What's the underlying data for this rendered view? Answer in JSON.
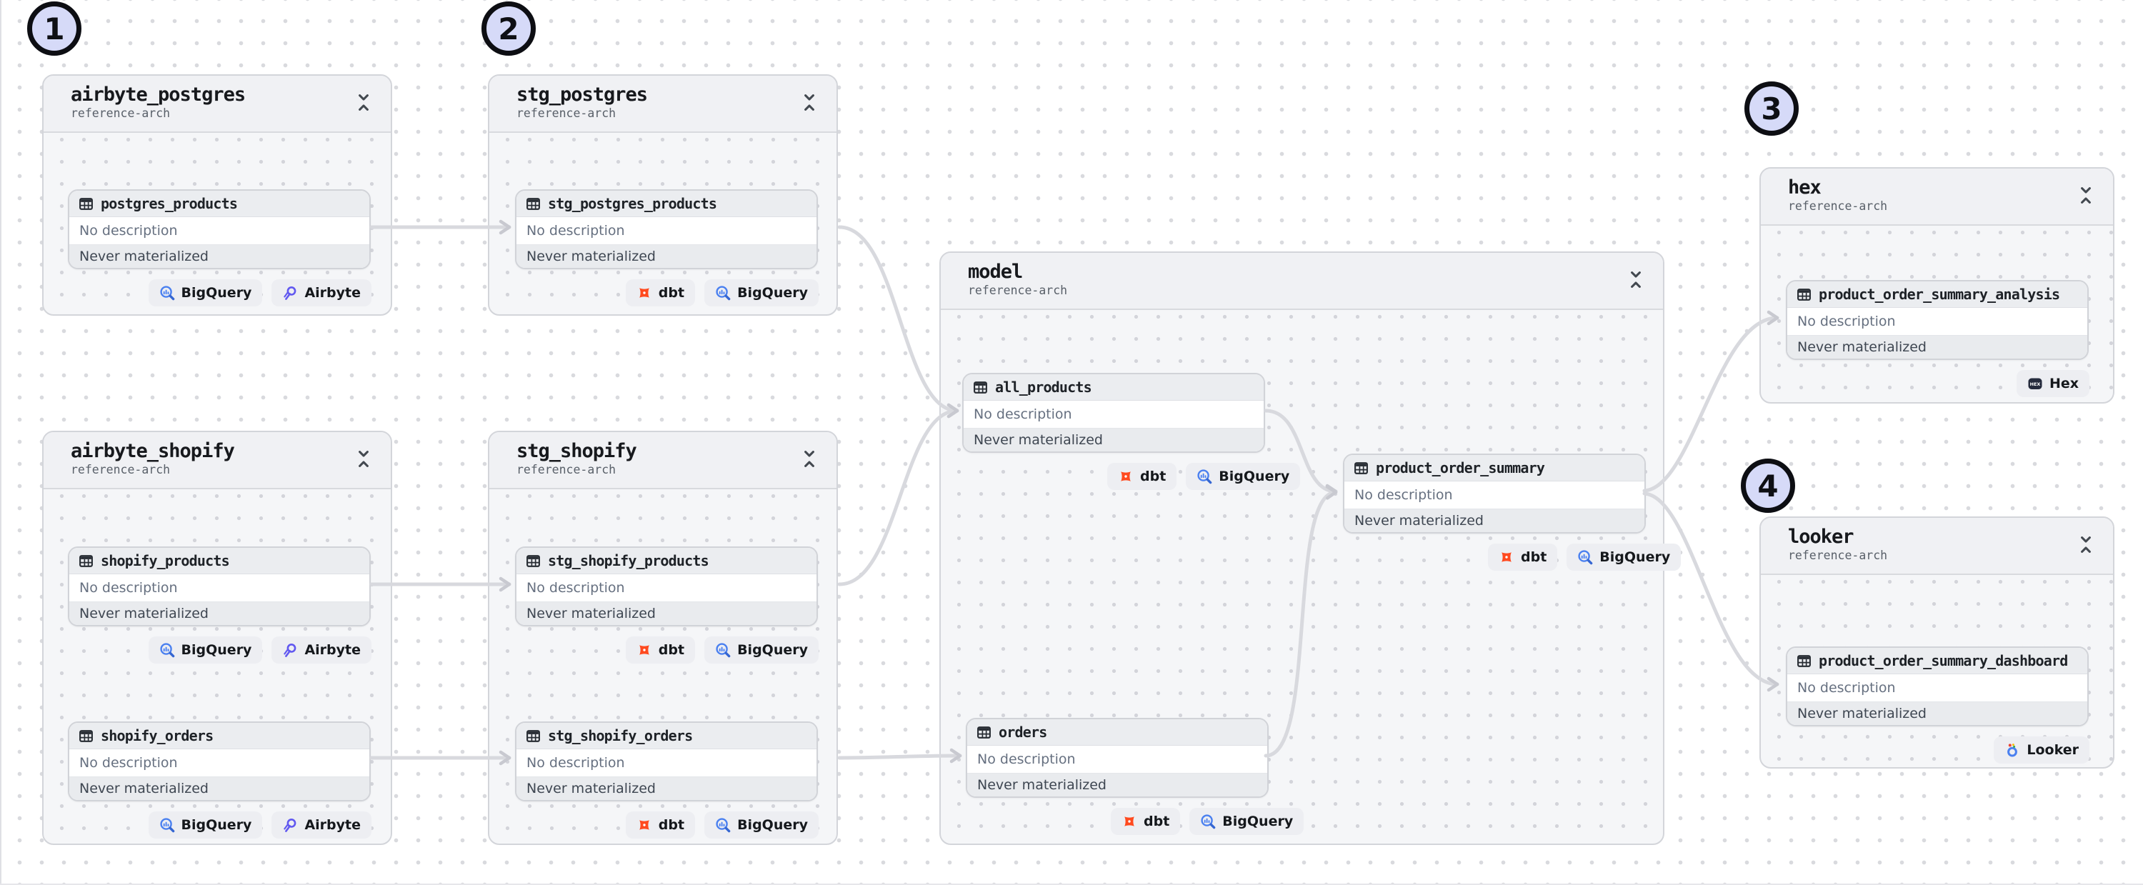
{
  "canvas": {
    "background": "#ffffff",
    "dot_color": "#d9dade",
    "edge_color": "#d8d9de",
    "annotation_fill": "#d6daf8"
  },
  "annotations": [
    {
      "number": "1"
    },
    {
      "number": "2"
    },
    {
      "number": "3"
    },
    {
      "number": "4"
    }
  ],
  "brand_colors": {
    "dbt": "#ff4a1f",
    "bigquery": "#4a80f0",
    "airbyte": "#6158f0",
    "hex": "#252b3d",
    "looker": "#4a80f0"
  },
  "groups": [
    {
      "title": "airbyte_postgres",
      "subtitle": "reference-arch",
      "assets": [
        {
          "name": "postgres_products",
          "description": "No description",
          "status": "Never materialized",
          "badges": [
            {
              "label": "BigQuery",
              "icon": "bigquery-icon"
            },
            {
              "label": "Airbyte",
              "icon": "airbyte-icon"
            }
          ]
        }
      ]
    },
    {
      "title": "stg_postgres",
      "subtitle": "reference-arch",
      "assets": [
        {
          "name": "stg_postgres_products",
          "description": "No description",
          "status": "Never materialized",
          "badges": [
            {
              "label": "dbt",
              "icon": "dbt-icon"
            },
            {
              "label": "BigQuery",
              "icon": "bigquery-icon"
            }
          ]
        }
      ]
    },
    {
      "title": "airbyte_shopify",
      "subtitle": "reference-arch",
      "assets": [
        {
          "name": "shopify_products",
          "description": "No description",
          "status": "Never materialized",
          "badges": [
            {
              "label": "BigQuery",
              "icon": "bigquery-icon"
            },
            {
              "label": "Airbyte",
              "icon": "airbyte-icon"
            }
          ]
        },
        {
          "name": "shopify_orders",
          "description": "No description",
          "status": "Never materialized",
          "badges": [
            {
              "label": "BigQuery",
              "icon": "bigquery-icon"
            },
            {
              "label": "Airbyte",
              "icon": "airbyte-icon"
            }
          ]
        }
      ]
    },
    {
      "title": "stg_shopify",
      "subtitle": "reference-arch",
      "assets": [
        {
          "name": "stg_shopify_products",
          "description": "No description",
          "status": "Never materialized",
          "badges": [
            {
              "label": "dbt",
              "icon": "dbt-icon"
            },
            {
              "label": "BigQuery",
              "icon": "bigquery-icon"
            }
          ]
        },
        {
          "name": "stg_shopify_orders",
          "description": "No description",
          "status": "Never materialized",
          "badges": [
            {
              "label": "dbt",
              "icon": "dbt-icon"
            },
            {
              "label": "BigQuery",
              "icon": "bigquery-icon"
            }
          ]
        }
      ]
    },
    {
      "title": "model",
      "subtitle": "reference-arch",
      "assets": [
        {
          "name": "all_products",
          "description": "No description",
          "status": "Never materialized",
          "badges": [
            {
              "label": "dbt",
              "icon": "dbt-icon"
            },
            {
              "label": "BigQuery",
              "icon": "bigquery-icon"
            }
          ]
        },
        {
          "name": "orders",
          "description": "No description",
          "status": "Never materialized",
          "badges": [
            {
              "label": "dbt",
              "icon": "dbt-icon"
            },
            {
              "label": "BigQuery",
              "icon": "bigquery-icon"
            }
          ]
        },
        {
          "name": "product_order_summary",
          "description": "No description",
          "status": "Never materialized",
          "badges": [
            {
              "label": "dbt",
              "icon": "dbt-icon"
            },
            {
              "label": "BigQuery",
              "icon": "bigquery-icon"
            }
          ]
        }
      ]
    },
    {
      "title": "hex",
      "subtitle": "reference-arch",
      "assets": [
        {
          "name": "product_order_summary_analysis",
          "description": "No description",
          "status": "Never materialized",
          "badges": [
            {
              "label": "Hex",
              "icon": "hex-icon"
            }
          ]
        }
      ]
    },
    {
      "title": "looker",
      "subtitle": "reference-arch",
      "assets": [
        {
          "name": "product_order_summary_dashboard",
          "description": "No description",
          "status": "Never materialized",
          "badges": [
            {
              "label": "Looker",
              "icon": "looker-icon"
            }
          ]
        }
      ]
    }
  ],
  "edges": [
    {
      "from": "postgres_products",
      "to": "stg_postgres_products"
    },
    {
      "from": "shopify_products",
      "to": "stg_shopify_products"
    },
    {
      "from": "shopify_orders",
      "to": "stg_shopify_orders"
    },
    {
      "from": "stg_postgres_products",
      "to": "all_products"
    },
    {
      "from": "stg_shopify_products",
      "to": "all_products"
    },
    {
      "from": "stg_shopify_orders",
      "to": "orders"
    },
    {
      "from": "all_products",
      "to": "product_order_summary"
    },
    {
      "from": "orders",
      "to": "product_order_summary"
    },
    {
      "from": "product_order_summary",
      "to": "product_order_summary_analysis"
    },
    {
      "from": "product_order_summary",
      "to": "product_order_summary_dashboard"
    }
  ]
}
